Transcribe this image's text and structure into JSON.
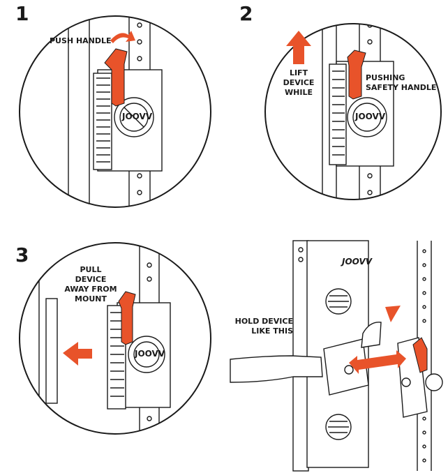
{
  "steps": [
    {
      "number": "1",
      "labels": [
        "PUSH HANDLE"
      ]
    },
    {
      "number": "2",
      "labels": [
        "LIFT\nDEVICE\nWHILE",
        "PUSHING\nSAFETY HANDLE"
      ]
    },
    {
      "number": "3",
      "labels": [
        "PULL DEVICE\nAWAY FROM\nMOUNT"
      ]
    },
    {
      "number": "",
      "labels": [
        "HOLD DEVICE\nLIKE THIS"
      ]
    }
  ],
  "brand": "JOOVV",
  "colors": {
    "accent": "#e8532a",
    "line": "#1a1a1a",
    "background": "#ffffff"
  }
}
